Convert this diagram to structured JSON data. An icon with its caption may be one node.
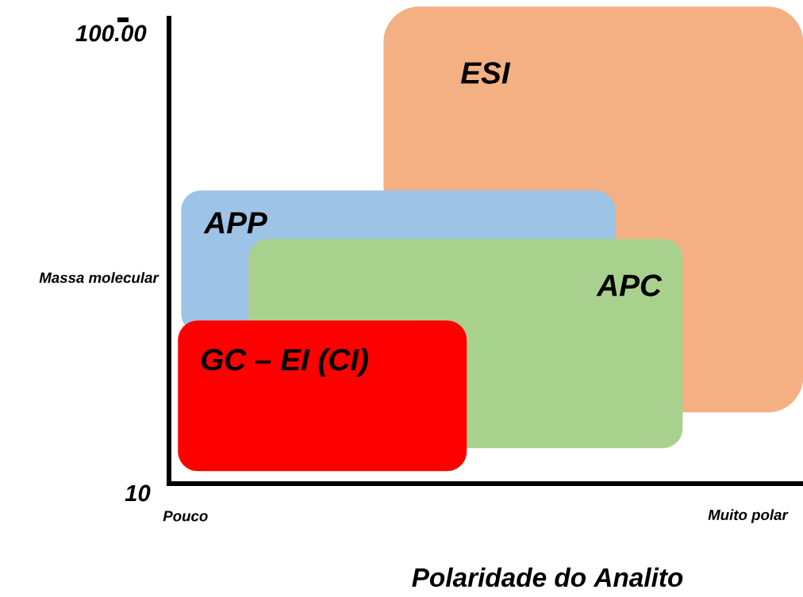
{
  "diagram": {
    "nodes": [
      {
        "text": [
          "ESI"
        ]
      },
      {
        "text": [
          "APP"
        ]
      },
      {
        "text": [
          "APC"
        ]
      },
      {
        "text": [
          "GC – EI (CI)"
        ]
      }
    ],
    "labels": [
      "100.00",
      "Massa molecular",
      "10",
      "Pouco",
      "Muito polar",
      "Polaridade do Analito"
    ]
  }
}
